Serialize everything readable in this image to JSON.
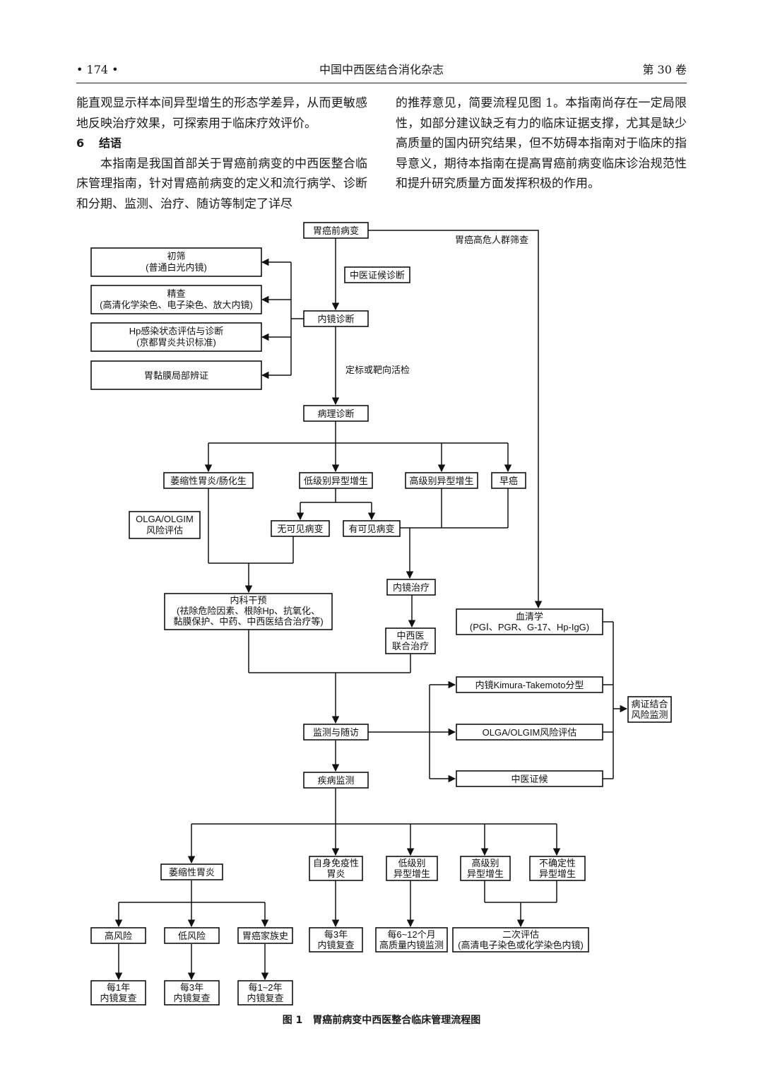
{
  "header": {
    "page": "• 174 •",
    "journal": "中国中西医结合消化杂志",
    "volume": "第 30 卷"
  },
  "body": {
    "left_p1": "能直观显示样本间异型增生的形态学差异，从而更敏感地反映治疗效果，可探索用于临床疗效评价。",
    "section_num": "6",
    "section_title": "结语",
    "left_p2": "本指南是我国首部关于胃癌前病变的中西医整合临床管理指南，针对胃癌前病变的定义和流行病学、诊断和分期、监测、治疗、随访等制定了详尽",
    "right_p1": "的推荐意见，简要流程见图 1。本指南尚存在一定局限性，如部分建议缺乏有力的临床证据支撑，尤其是缺少高质量的国内研究结果，但不妨碍本指南对于临床的指导意义，期待本指南在提高胃癌前病变临床诊治规范性和提升研究质量方面发挥积极的作用。"
  },
  "flowchart": {
    "root": "胃癌前病变",
    "high_risk_screening": "胃癌高危人群筛查",
    "tcm_diagnosis": "中医证候诊断",
    "screen_title": "初筛",
    "screen_sub": "(普通白光内镜)",
    "fine_title": "精查",
    "fine_sub": "(高清化学染色、电子染色、放大内镜)",
    "hp_title": "Hp感染状态评估与诊断",
    "hp_sub": "(京都胃炎共识标准)",
    "mucosa": "胃黏膜局部辨证",
    "endo_dx": "内镜诊断",
    "biopsy": "定标或靶向活检",
    "path_dx": "病理诊断",
    "atrophy": "萎缩性胃炎/肠化生",
    "lgin": "低级别异型增生",
    "hgin": "高级别异型增生",
    "early_ca": "早癌",
    "olga1": "OLGA/OLGIM",
    "olga2": "风险评估",
    "no_lesion": "无可见病变",
    "lesion": "有可见病变",
    "endo_tx": "内镜治疗",
    "med_title": "内科干预",
    "med_l2": "(祛除危险因素、根除Hp、抗氧化、",
    "med_l3": "黏膜保护、中药、中西医结合治疗等)",
    "tcm_wm1": "中西医",
    "tcm_wm2": "联合治疗",
    "serology_title": "血清学",
    "serology_sub": "(PGⅠ、PGR、G-17、Hp-IgG)",
    "kimura": "内镜Kimura-Takemoto分型",
    "olga_risk": "OLGA/OLGIM风险评估",
    "tcm_syndrome": "中医证候",
    "combined1": "病证结合",
    "combined2": "风险监测",
    "followup": "监测与随访",
    "disease_monitor": "疾病监测",
    "atrophic": "萎缩性胃炎",
    "autoimmune1": "自身免疫性",
    "autoimmune2": "胃炎",
    "low_grade1": "低级别",
    "low_grade2": "异型增生",
    "high_grade1": "高级别",
    "high_grade2": "异型增生",
    "indefinite1": "不确定性",
    "indefinite2": "异型增生",
    "high_risk": "高风险",
    "low_risk": "低风险",
    "family": "胃癌家族史",
    "every3y_a1": "每3年",
    "every3y_a2": "内镜复查",
    "every6_12_1": "每6~12个月",
    "every6_12_2": "高质量内镜监测",
    "second1": "二次评估",
    "second2": "(高清电子染色或化学染色内镜)",
    "every1y_1": "每1年",
    "every1y_2": "内镜复查",
    "every3y_b1": "每3年",
    "every3y_b2": "内镜复查",
    "every12y_1": "每1~2年",
    "every12y_2": "内镜复查"
  },
  "caption": {
    "label": "图 1",
    "text": "胃癌前病变中西医整合临床管理流程图"
  }
}
